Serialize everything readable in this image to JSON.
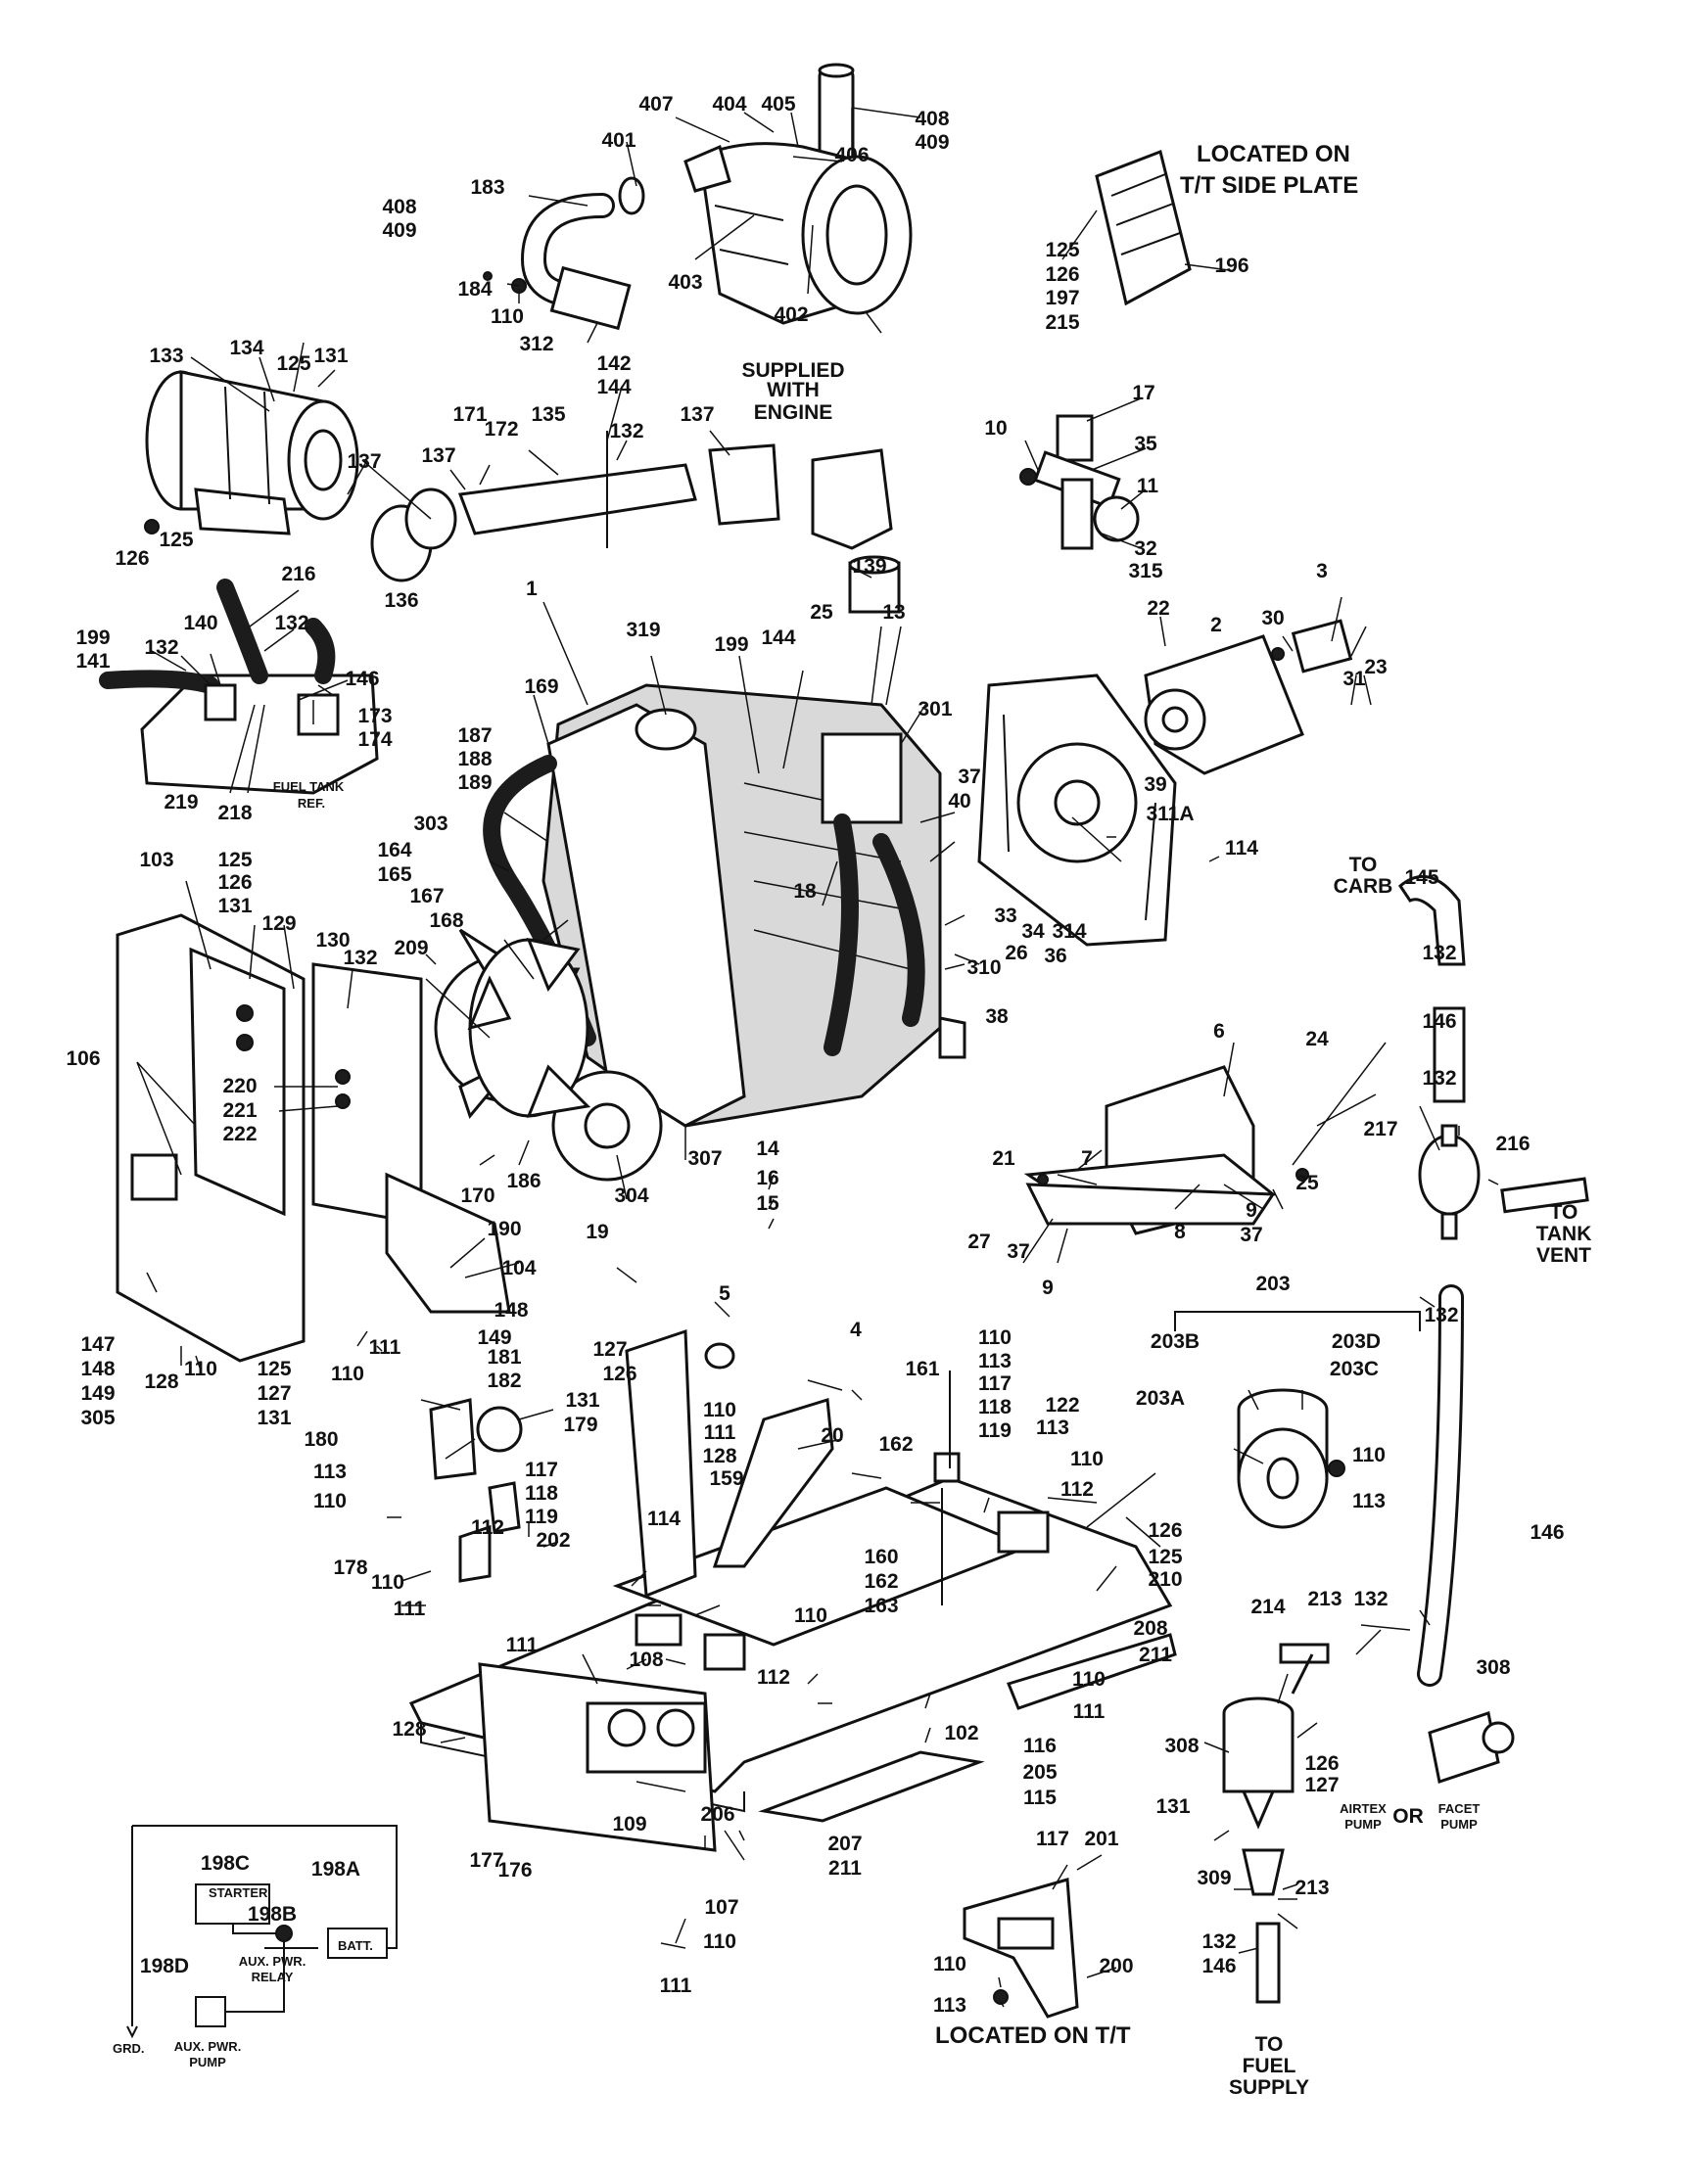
{
  "notes": {
    "tt_side_plate": [
      "LOCATED ON",
      "T/T SIDE PLATE"
    ],
    "supplied_with_engine": [
      "SUPPLIED",
      "WITH",
      "ENGINE"
    ],
    "fuel_tank_ref": [
      "FUEL TANK",
      "REF."
    ],
    "to_carb": [
      "TO",
      "CARB"
    ],
    "to_tank_vent": [
      "TO",
      "TANK",
      "VENT"
    ],
    "to_fuel_supply": [
      "TO",
      "FUEL",
      "SUPPLY"
    ],
    "located_on_tt": "LOCATED ON T/T",
    "airtex_pump": [
      "AIRTEX",
      "PUMP"
    ],
    "or": "OR",
    "facet_pump": [
      "FACET",
      "PUMP"
    ]
  },
  "wiring": {
    "starter": "STARTER",
    "relay": [
      "AUX. PWR.",
      "RELAY"
    ],
    "battery": "BATT.",
    "pump": [
      "AUX. PWR.",
      "PUMP"
    ],
    "ground": "GRD."
  },
  "callouts": [
    {
      "id": "c408a",
      "text": "408"
    },
    {
      "id": "c409a",
      "text": "409"
    },
    {
      "id": "c407",
      "text": "407"
    },
    {
      "id": "c404",
      "text": "404"
    },
    {
      "id": "c405",
      "text": "405"
    },
    {
      "id": "c406",
      "text": "406"
    },
    {
      "id": "c401",
      "text": "401"
    },
    {
      "id": "c408b",
      "text": "408"
    },
    {
      "id": "c409b",
      "text": "409"
    },
    {
      "id": "c183",
      "text": "183"
    },
    {
      "id": "c403",
      "text": "403"
    },
    {
      "id": "c402",
      "text": "402"
    },
    {
      "id": "c184",
      "text": "184"
    },
    {
      "id": "c110a",
      "text": "110"
    },
    {
      "id": "c312",
      "text": "312"
    },
    {
      "id": "c125a",
      "text": "125"
    },
    {
      "id": "c126a",
      "text": "126"
    },
    {
      "id": "c197",
      "text": "197"
    },
    {
      "id": "c215",
      "text": "215"
    },
    {
      "id": "c196",
      "text": "196"
    },
    {
      "id": "c133",
      "text": "133"
    },
    {
      "id": "c134",
      "text": "134"
    },
    {
      "id": "c125b",
      "text": "125"
    },
    {
      "id": "c131a",
      "text": "131"
    },
    {
      "id": "c126b",
      "text": "126"
    },
    {
      "id": "c125c",
      "text": "125"
    },
    {
      "id": "c137a",
      "text": "137"
    },
    {
      "id": "c136",
      "text": "136"
    },
    {
      "id": "c137b",
      "text": "137"
    },
    {
      "id": "c171",
      "text": "171"
    },
    {
      "id": "c172",
      "text": "172"
    },
    {
      "id": "c135",
      "text": "135"
    },
    {
      "id": "c142",
      "text": "142"
    },
    {
      "id": "c144a",
      "text": "144"
    },
    {
      "id": "c132a",
      "text": "132"
    },
    {
      "id": "c137c",
      "text": "137"
    },
    {
      "id": "c139",
      "text": "139"
    },
    {
      "id": "c17",
      "text": "17"
    },
    {
      "id": "c10",
      "text": "10"
    },
    {
      "id": "c35",
      "text": "35"
    },
    {
      "id": "c11",
      "text": "11"
    },
    {
      "id": "c32",
      "text": "32"
    },
    {
      "id": "c315",
      "text": "315"
    },
    {
      "id": "c216a",
      "text": "216"
    },
    {
      "id": "c132b",
      "text": "132"
    },
    {
      "id": "c140",
      "text": "140"
    },
    {
      "id": "c199a",
      "text": "199"
    },
    {
      "id": "c141",
      "text": "141"
    },
    {
      "id": "c132c",
      "text": "132"
    },
    {
      "id": "c146a",
      "text": "146"
    },
    {
      "id": "c173",
      "text": "173"
    },
    {
      "id": "c174",
      "text": "174"
    },
    {
      "id": "c219",
      "text": "219"
    },
    {
      "id": "c218",
      "text": "218"
    },
    {
      "id": "c1",
      "text": "1"
    },
    {
      "id": "c319",
      "text": "319"
    },
    {
      "id": "c199b",
      "text": "199"
    },
    {
      "id": "c144b",
      "text": "144"
    },
    {
      "id": "c25a",
      "text": "25"
    },
    {
      "id": "c13",
      "text": "13"
    },
    {
      "id": "c301",
      "text": "301"
    },
    {
      "id": "c3",
      "text": "3"
    },
    {
      "id": "c22",
      "text": "22"
    },
    {
      "id": "c2",
      "text": "2"
    },
    {
      "id": "c30",
      "text": "30"
    },
    {
      "id": "c31",
      "text": "31"
    },
    {
      "id": "c23",
      "text": "23"
    },
    {
      "id": "c169",
      "text": "169"
    },
    {
      "id": "c187",
      "text": "187"
    },
    {
      "id": "c188",
      "text": "188"
    },
    {
      "id": "c189",
      "text": "189"
    },
    {
      "id": "c303",
      "text": "303"
    },
    {
      "id": "c164",
      "text": "164"
    },
    {
      "id": "c165",
      "text": "165"
    },
    {
      "id": "c167",
      "text": "167"
    },
    {
      "id": "c168",
      "text": "168"
    },
    {
      "id": "c37a",
      "text": "37"
    },
    {
      "id": "c40",
      "text": "40"
    },
    {
      "id": "c39",
      "text": "39"
    },
    {
      "id": "c311a",
      "text": "311A"
    },
    {
      "id": "c114a",
      "text": "114"
    },
    {
      "id": "c18",
      "text": "18"
    },
    {
      "id": "c145",
      "text": "145"
    },
    {
      "id": "c33",
      "text": "33"
    },
    {
      "id": "c34",
      "text": "34"
    },
    {
      "id": "c314",
      "text": "314"
    },
    {
      "id": "c26",
      "text": "26"
    },
    {
      "id": "c36",
      "text": "36"
    },
    {
      "id": "c310",
      "text": "310"
    },
    {
      "id": "c132d",
      "text": "132"
    },
    {
      "id": "c103",
      "text": "103"
    },
    {
      "id": "c125d",
      "text": "125"
    },
    {
      "id": "c126c",
      "text": "126"
    },
    {
      "id": "c131b",
      "text": "131"
    },
    {
      "id": "c129",
      "text": "129"
    },
    {
      "id": "c130",
      "text": "130"
    },
    {
      "id": "c132e",
      "text": "132"
    },
    {
      "id": "c209",
      "text": "209"
    },
    {
      "id": "c38",
      "text": "38"
    },
    {
      "id": "c146b",
      "text": "146"
    },
    {
      "id": "c6",
      "text": "6"
    },
    {
      "id": "c24",
      "text": "24"
    },
    {
      "id": "c106",
      "text": "106"
    },
    {
      "id": "c220",
      "text": "220"
    },
    {
      "id": "c221",
      "text": "221"
    },
    {
      "id": "c222",
      "text": "222"
    },
    {
      "id": "c132f",
      "text": "132"
    },
    {
      "id": "c217",
      "text": "217"
    },
    {
      "id": "c216b",
      "text": "216"
    },
    {
      "id": "c21",
      "text": "21"
    },
    {
      "id": "c7",
      "text": "7"
    },
    {
      "id": "c14",
      "text": "14"
    },
    {
      "id": "c16",
      "text": "16"
    },
    {
      "id": "c15",
      "text": "15"
    },
    {
      "id": "c170",
      "text": "170"
    },
    {
      "id": "c186",
      "text": "186"
    },
    {
      "id": "c304",
      "text": "304"
    },
    {
      "id": "c307",
      "text": "307"
    },
    {
      "id": "c25b",
      "text": "25"
    },
    {
      "id": "c9a",
      "text": "9"
    },
    {
      "id": "c37b",
      "text": "37"
    },
    {
      "id": "c8",
      "text": "8"
    },
    {
      "id": "c27",
      "text": "27"
    },
    {
      "id": "c37c",
      "text": "37"
    },
    {
      "id": "c9b",
      "text": "9"
    },
    {
      "id": "c190",
      "text": "190"
    },
    {
      "id": "c104",
      "text": "104"
    },
    {
      "id": "c147",
      "text": "147"
    },
    {
      "id": "c148a",
      "text": "148"
    },
    {
      "id": "c149a",
      "text": "149"
    },
    {
      "id": "c305",
      "text": "305"
    },
    {
      "id": "c19",
      "text": "19"
    },
    {
      "id": "c5",
      "text": "5"
    },
    {
      "id": "c203",
      "text": "203"
    },
    {
      "id": "c132g",
      "text": "132"
    },
    {
      "id": "c128a",
      "text": "128"
    },
    {
      "id": "c110b",
      "text": "110"
    },
    {
      "id": "c110c",
      "text": "110"
    },
    {
      "id": "c111a",
      "text": "111"
    },
    {
      "id": "c148b",
      "text": "148"
    },
    {
      "id": "c149b",
      "text": "149"
    },
    {
      "id": "c181",
      "text": "181"
    },
    {
      "id": "c182",
      "text": "182"
    },
    {
      "id": "c127a",
      "text": "127"
    },
    {
      "id": "c126d",
      "text": "126"
    },
    {
      "id": "c125e",
      "text": "125"
    },
    {
      "id": "c127b",
      "text": "127"
    },
    {
      "id": "c131c",
      "text": "131"
    },
    {
      "id": "c131d",
      "text": "131"
    },
    {
      "id": "c179",
      "text": "179"
    },
    {
      "id": "c180",
      "text": "180"
    },
    {
      "id": "c4",
      "text": "4"
    },
    {
      "id": "c161",
      "text": "161"
    },
    {
      "id": "c110d",
      "text": "110"
    },
    {
      "id": "c113a",
      "text": "113"
    },
    {
      "id": "c117a",
      "text": "117"
    },
    {
      "id": "c118a",
      "text": "118"
    },
    {
      "id": "c119a",
      "text": "119"
    },
    {
      "id": "c203b",
      "text": "203B"
    },
    {
      "id": "c203d",
      "text": "203D"
    },
    {
      "id": "c203c",
      "text": "203C"
    },
    {
      "id": "c203a",
      "text": "203A"
    },
    {
      "id": "c20",
      "text": "20"
    },
    {
      "id": "c162a",
      "text": "162"
    },
    {
      "id": "c122",
      "text": "122"
    },
    {
      "id": "c113b",
      "text": "113"
    },
    {
      "id": "c110e",
      "text": "110"
    },
    {
      "id": "c112a",
      "text": "112"
    },
    {
      "id": "c110f",
      "text": "110"
    },
    {
      "id": "c113c",
      "text": "113"
    },
    {
      "id": "c113d",
      "text": "113"
    },
    {
      "id": "c110g",
      "text": "110"
    },
    {
      "id": "c110h",
      "text": "110"
    },
    {
      "id": "c111b",
      "text": "111"
    },
    {
      "id": "c128b",
      "text": "128"
    },
    {
      "id": "c159",
      "text": "159"
    },
    {
      "id": "c117b",
      "text": "117"
    },
    {
      "id": "c118b",
      "text": "118"
    },
    {
      "id": "c119b",
      "text": "119"
    },
    {
      "id": "c202",
      "text": "202"
    },
    {
      "id": "c114b",
      "text": "114"
    },
    {
      "id": "c112b",
      "text": "112"
    },
    {
      "id": "c178",
      "text": "178"
    },
    {
      "id": "c110i",
      "text": "110"
    },
    {
      "id": "c111c",
      "text": "111"
    },
    {
      "id": "c160",
      "text": "160"
    },
    {
      "id": "c162b",
      "text": "162"
    },
    {
      "id": "c163",
      "text": "163"
    },
    {
      "id": "c126e",
      "text": "126"
    },
    {
      "id": "c125f",
      "text": "125"
    },
    {
      "id": "c210",
      "text": "210"
    },
    {
      "id": "c146c",
      "text": "146"
    },
    {
      "id": "c214",
      "text": "214"
    },
    {
      "id": "c213a",
      "text": "213"
    },
    {
      "id": "c132h",
      "text": "132"
    },
    {
      "id": "c308a",
      "text": "308"
    },
    {
      "id": "c208",
      "text": "208"
    },
    {
      "id": "c211a",
      "text": "211"
    },
    {
      "id": "c110j",
      "text": "110"
    },
    {
      "id": "c111d",
      "text": "111"
    },
    {
      "id": "c108",
      "text": "108"
    },
    {
      "id": "c112c",
      "text": "112"
    },
    {
      "id": "c110k",
      "text": "110"
    },
    {
      "id": "c111e",
      "text": "111"
    },
    {
      "id": "c128c",
      "text": "128"
    },
    {
      "id": "c102",
      "text": "102"
    },
    {
      "id": "c116",
      "text": "116"
    },
    {
      "id": "c205",
      "text": "205"
    },
    {
      "id": "c115",
      "text": "115"
    },
    {
      "id": "c308b",
      "text": "308"
    },
    {
      "id": "c126f",
      "text": "126"
    },
    {
      "id": "c127c",
      "text": "127"
    },
    {
      "id": "c131e",
      "text": "131"
    },
    {
      "id": "c206",
      "text": "206"
    },
    {
      "id": "c109",
      "text": "109"
    },
    {
      "id": "c207",
      "text": "207"
    },
    {
      "id": "c211b",
      "text": "211"
    },
    {
      "id": "c117c",
      "text": "117"
    },
    {
      "id": "c201",
      "text": "201"
    },
    {
      "id": "c198c",
      "text": "198C"
    },
    {
      "id": "c198a",
      "text": "198A"
    },
    {
      "id": "c198b",
      "text": "198B"
    },
    {
      "id": "c198d",
      "text": "198D"
    },
    {
      "id": "c177",
      "text": "177"
    },
    {
      "id": "c176",
      "text": "176"
    },
    {
      "id": "c107",
      "text": "107"
    },
    {
      "id": "c309",
      "text": "309"
    },
    {
      "id": "c213b",
      "text": "213"
    },
    {
      "id": "c132i",
      "text": "132"
    },
    {
      "id": "c146d",
      "text": "146"
    },
    {
      "id": "c110l",
      "text": "110"
    },
    {
      "id": "c111f",
      "text": "111"
    },
    {
      "id": "c110m",
      "text": "110"
    },
    {
      "id": "c113e",
      "text": "113"
    },
    {
      "id": "c200",
      "text": "200"
    }
  ]
}
